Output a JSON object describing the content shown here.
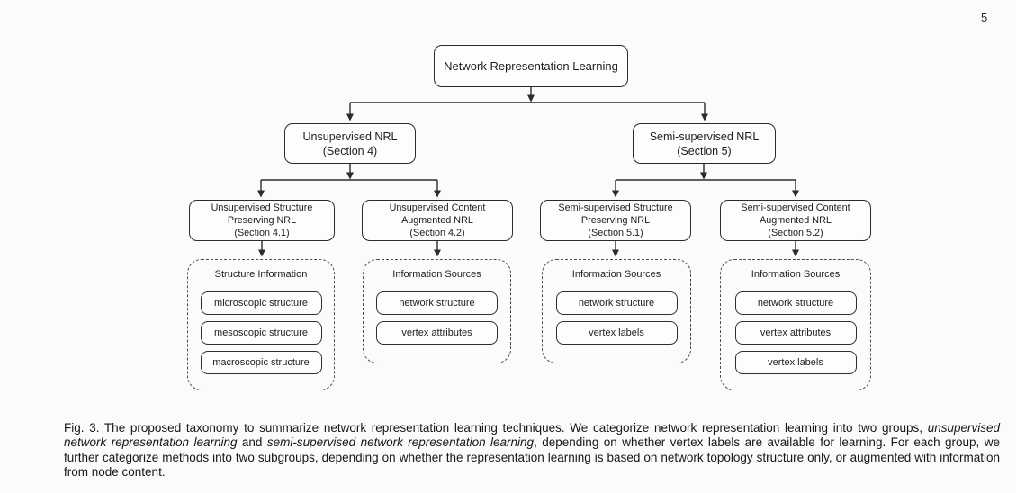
{
  "page_number": "5",
  "diagram": {
    "root": "Network Representation Learning",
    "level2": [
      "Unsupervised NRL\n(Section 4)",
      "Semi-supervised NRL\n(Section 5)"
    ],
    "level3": [
      "Unsupervised Structure\nPreserving NRL\n(Section 4.1)",
      "Unsupervised Content\nAugmented NRL\n(Section 4.2)",
      "Semi-supervised Structure\nPreserving NRL\n(Section 5.1)",
      "Semi-supervised Content\nAugmented NRL\n(Section 5.2)"
    ],
    "groups": [
      {
        "title": "Structure Information",
        "items": [
          "microscopic structure",
          "mesoscopic structure",
          "macroscopic structure"
        ]
      },
      {
        "title": "Information Sources",
        "items": [
          "network structure",
          "vertex attributes"
        ]
      },
      {
        "title": "Information Sources",
        "items": [
          "network structure",
          "vertex labels"
        ]
      },
      {
        "title": "Information Sources",
        "items": [
          "network structure",
          "vertex attributes",
          "vertex labels"
        ]
      }
    ],
    "colors": {
      "line": "#2b2b2b",
      "box_border": "#2b2b2b",
      "box_bg": "#fdfdfd"
    }
  },
  "caption": {
    "part1": "Fig. 3. The proposed taxonomy to summarize network representation learning techniques. We categorize network representation learning into two groups, ",
    "part2": "unsupervised network representation learning",
    "part3": " and ",
    "part4": "semi-supervised network representation learning",
    "part5": ", depending on whether vertex labels are available for learning. For each group, we further categorize methods into two subgroups, depending on whether the representation learning is based on network topology structure only, or augmented with information from node content."
  }
}
